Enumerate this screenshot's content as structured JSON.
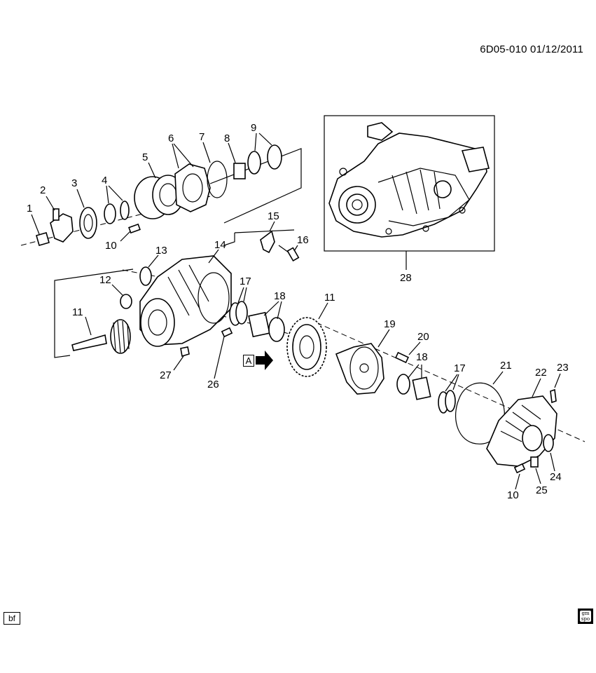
{
  "header": {
    "code": "6D05-010 01/12/2011"
  },
  "footer": {
    "left_tag": "bf",
    "logo_text_1": "gm",
    "logo_text_2": "spo"
  },
  "view_marker": "A",
  "callouts": {
    "c1": "1",
    "c2": "2",
    "c3": "3",
    "c4": "4",
    "c5": "5",
    "c6": "6",
    "c7": "7",
    "c8": "8",
    "c9": "9",
    "c10a": "10",
    "c10b": "10",
    "c11a": "11",
    "c11b": "11",
    "c12": "12",
    "c13": "13",
    "c14": "14",
    "c15": "15",
    "c16": "16",
    "c17a": "17",
    "c17b": "17",
    "c18a": "18",
    "c18b": "18",
    "c19": "19",
    "c20": "20",
    "c21": "21",
    "c22": "22",
    "c23": "23",
    "c24": "24",
    "c25": "25",
    "c26": "26",
    "c27": "27",
    "c28": "28"
  }
}
